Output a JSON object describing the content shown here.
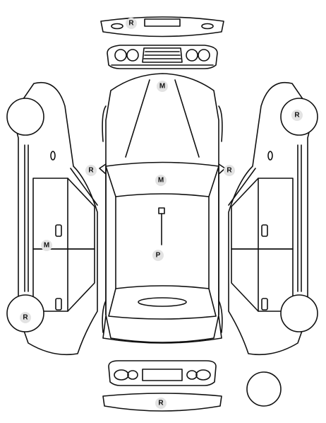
{
  "markers": {
    "front_bumper": "R",
    "hood": "M",
    "mirror_left": "R",
    "mirror_right": "R",
    "windshield": "M",
    "roof": "P",
    "side_left": "M",
    "wheel_front_right": "R",
    "wheel_rear_left": "R",
    "rear_bumper": "R"
  }
}
